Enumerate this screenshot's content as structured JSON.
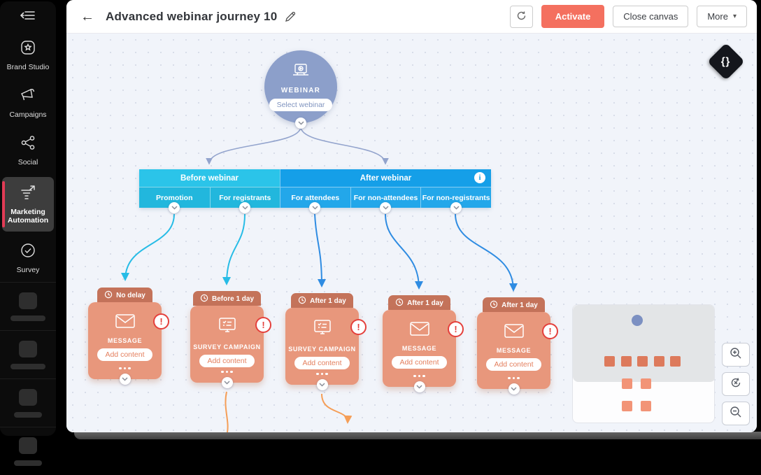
{
  "sidebar": {
    "items": [
      {
        "label": "Brand Studio"
      },
      {
        "label": "Campaigns"
      },
      {
        "label": "Social"
      },
      {
        "label": "Marketing Automation"
      },
      {
        "label": "Survey"
      }
    ]
  },
  "topbar": {
    "title": "Advanced webinar journey 10",
    "activate_label": "Activate",
    "close_canvas_label": "Close canvas",
    "more_label": "More"
  },
  "canvas": {
    "webinar_node": {
      "type_label": "WEBINAR",
      "button_label": "Select webinar"
    },
    "table": {
      "groups": [
        {
          "label": "Before webinar"
        },
        {
          "label": "After webinar"
        }
      ],
      "info_glyph": "i",
      "columns": [
        {
          "label": "Promotion"
        },
        {
          "label": "For registrants"
        },
        {
          "label": "For attendees"
        },
        {
          "label": "For non-attendees"
        },
        {
          "label": "For non-registrants"
        }
      ]
    },
    "cards": [
      {
        "delay": "No delay",
        "type": "MESSAGE",
        "action": "Add content"
      },
      {
        "delay": "Before 1 day",
        "type": "SURVEY CAMPAIGN",
        "action": "Add content"
      },
      {
        "delay": "After 1 day",
        "type": "SURVEY CAMPAIGN",
        "action": "Add content"
      },
      {
        "delay": "After 1 day",
        "type": "MESSAGE",
        "action": "Add content"
      },
      {
        "delay": "After 1 day",
        "type": "MESSAGE",
        "action": "Add content"
      }
    ],
    "warning_glyph": "!",
    "code_icon_glyph": "{}"
  },
  "colors": {
    "activate_button": "#f4705f",
    "before_webinar": "#2bc4e9",
    "after_webinar": "#159fe8",
    "card": "#e8977c",
    "delay_tab": "#c4735a",
    "webinar_node": "#8c9fca",
    "connector_cyan": "#27bce6",
    "connector_blue": "#2f8ce2",
    "connector_orange": "#f59e57",
    "sidebar_active_bar": "#e23b55"
  }
}
